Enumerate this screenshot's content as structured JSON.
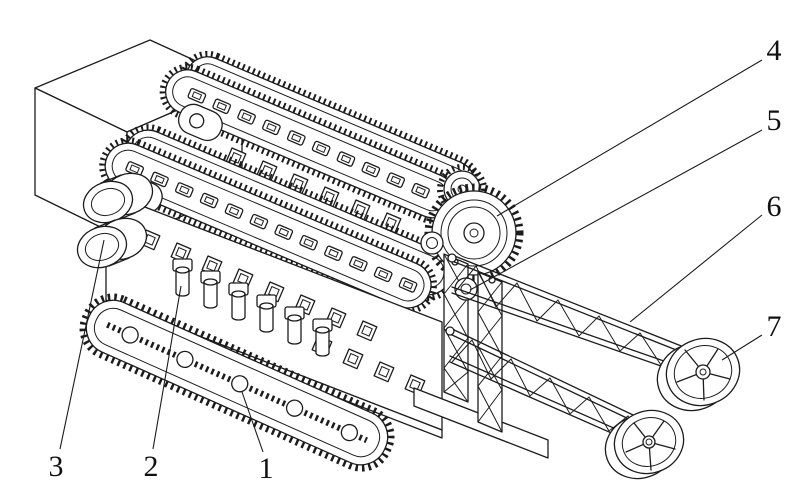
{
  "figure": {
    "kind": "isometric patent-style technical line drawing of a tracked machine with chain conveyors, truss arms and idler wheels",
    "background_color": "#ffffff",
    "line_color": "#1c1c1c",
    "labels": [
      {
        "text": "1"
      },
      {
        "text": "2"
      },
      {
        "text": "3"
      },
      {
        "text": "4"
      },
      {
        "text": "5"
      },
      {
        "text": "6"
      },
      {
        "text": "7"
      }
    ]
  }
}
